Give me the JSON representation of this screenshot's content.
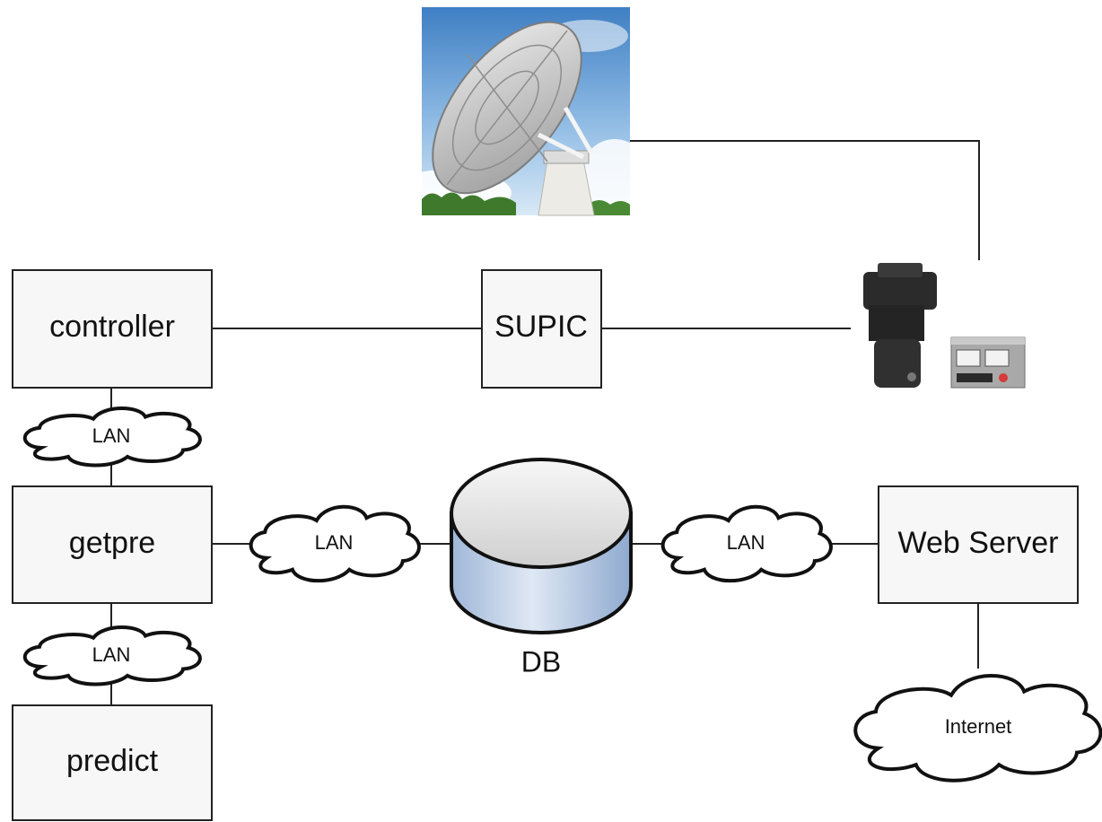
{
  "nodes": {
    "controller": "controller",
    "supic": "SUPIC",
    "getpre": "getpre",
    "predict": "predict",
    "web_server": "Web Server",
    "db": "DB"
  },
  "clouds": {
    "lan_top": "LAN",
    "lan_bottom": "LAN",
    "lan_left": "LAN",
    "lan_right": "LAN",
    "internet": "Internet"
  },
  "pictures": {
    "antenna": "radio-telescope-dish-photo",
    "equipment": "antenna-rotator-and-control-unit-photo"
  }
}
